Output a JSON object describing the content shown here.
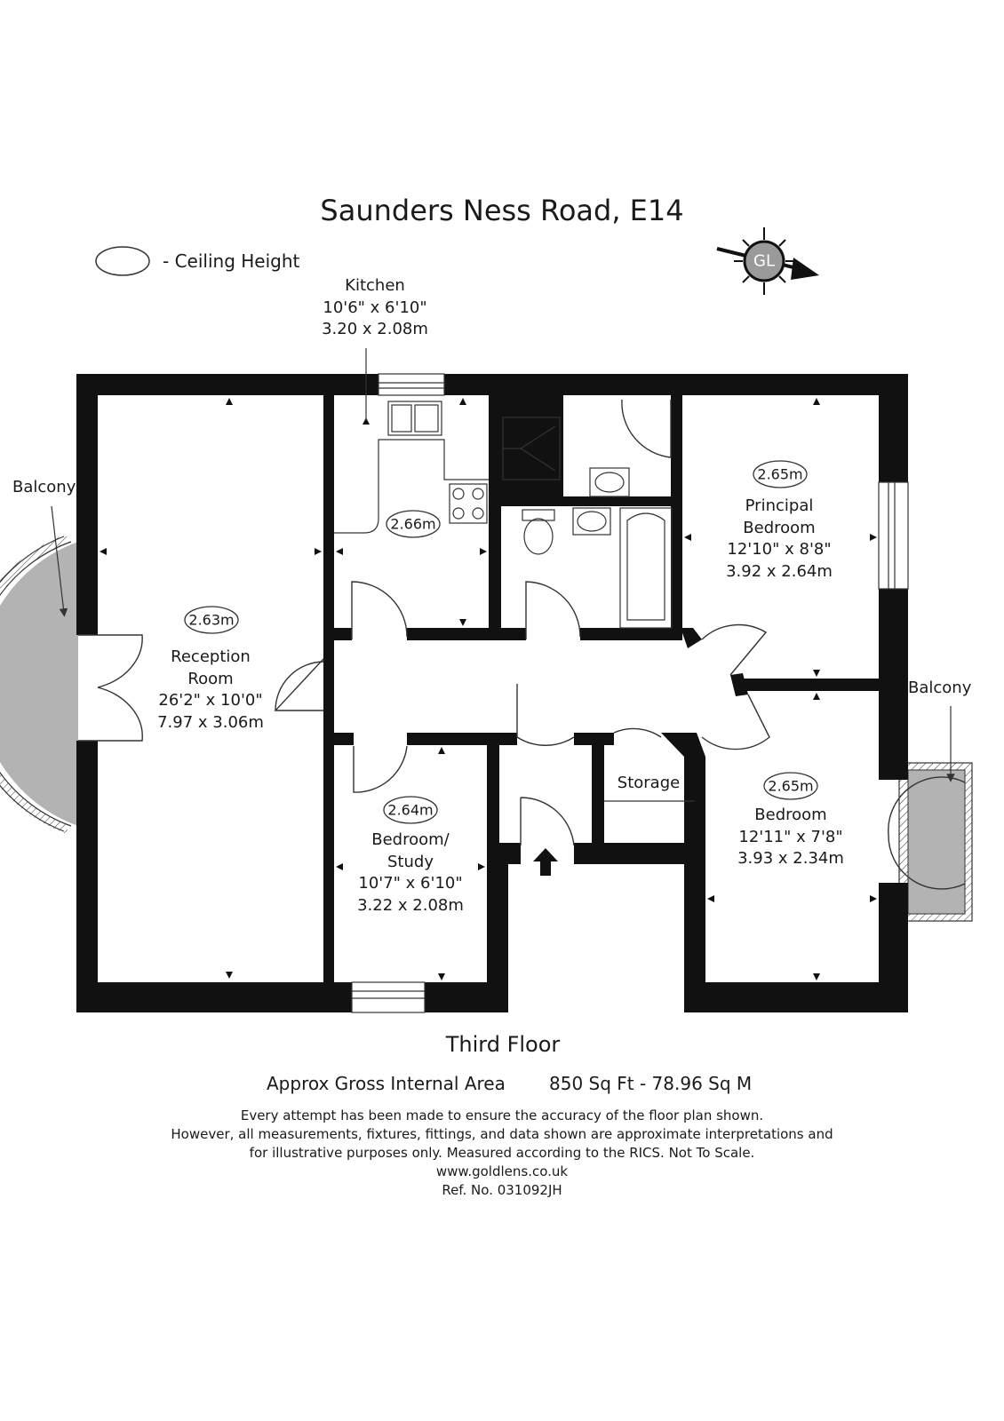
{
  "header": {
    "title": "Saunders Ness Road, E14",
    "legend": "- Ceiling Height"
  },
  "compass": {
    "label": "GL"
  },
  "rooms": {
    "kitchen": {
      "name": "Kitchen",
      "imperial": "10'6\" x 6'10\"",
      "metric": "3.20 x 2.08m",
      "ceiling": "2.66m"
    },
    "reception": {
      "name_line1": "Reception",
      "name_line2": "Room",
      "imperial": "26'2\" x 10'0\"",
      "metric": "7.97 x 3.06m",
      "ceiling": "2.63m"
    },
    "principal_bedroom": {
      "name_line1": "Principal",
      "name_line2": "Bedroom",
      "imperial": "12'10\" x 8'8\"",
      "metric": "3.92 x 2.64m",
      "ceiling": "2.65m"
    },
    "bedroom": {
      "name": "Bedroom",
      "imperial": "12'11\" x 7'8\"",
      "metric": "3.93 x 2.34m",
      "ceiling": "2.65m"
    },
    "study": {
      "name_line1": "Bedroom/",
      "name_line2": "Study",
      "imperial": "10'7\" x 6'10\"",
      "metric": "3.22 x 2.08m",
      "ceiling": "2.64m"
    },
    "storage": {
      "name": "Storage"
    },
    "balcony_left": {
      "name": "Balcony"
    },
    "balcony_right": {
      "name": "Balcony"
    }
  },
  "footer": {
    "floor": "Third Floor",
    "area_label": "Approx Gross Internal Area",
    "area_value": "850 Sq Ft - 78.96 Sq M",
    "disclaimer_1": "Every attempt has been made to ensure the accuracy of the floor plan shown.",
    "disclaimer_2": "However, all measurements, fixtures, fittings, and data shown are approximate interpretations and",
    "disclaimer_3": "for illustrative purposes only. Measured according to the RICS. Not To Scale.",
    "website": "www.goldlens.co.uk",
    "reference": "Ref. No. 031092JH"
  },
  "colors": {
    "wall": "#111111",
    "balcony": "#b3b3b3",
    "compass_disc": "#9a9a9a"
  }
}
